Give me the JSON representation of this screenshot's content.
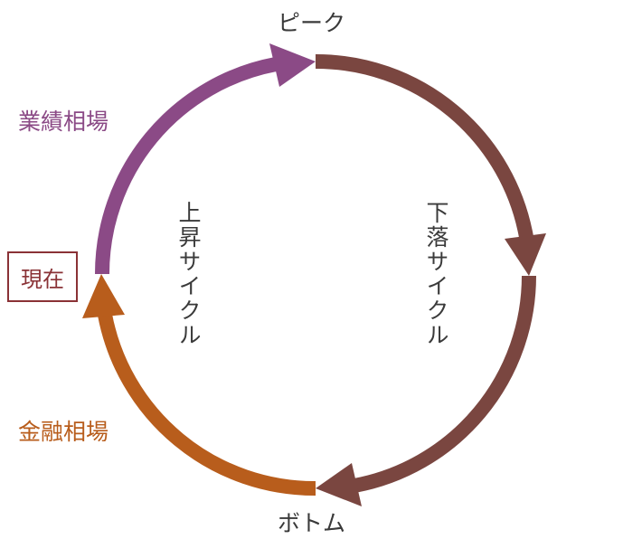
{
  "colors": {
    "purple": "#8b4a86",
    "brown": "#7a4640",
    "orange": "#b85d1c",
    "text": "#3a3a3a",
    "box_border": "#8a3236"
  },
  "labels": {
    "peak": "ピーク",
    "bottom": "ボトム",
    "earnings_market": "業績相場",
    "financial_market": "金融相場",
    "current": "現在",
    "rising_cycle": "上昇サイクル",
    "falling_cycle": "下落サイクル"
  }
}
